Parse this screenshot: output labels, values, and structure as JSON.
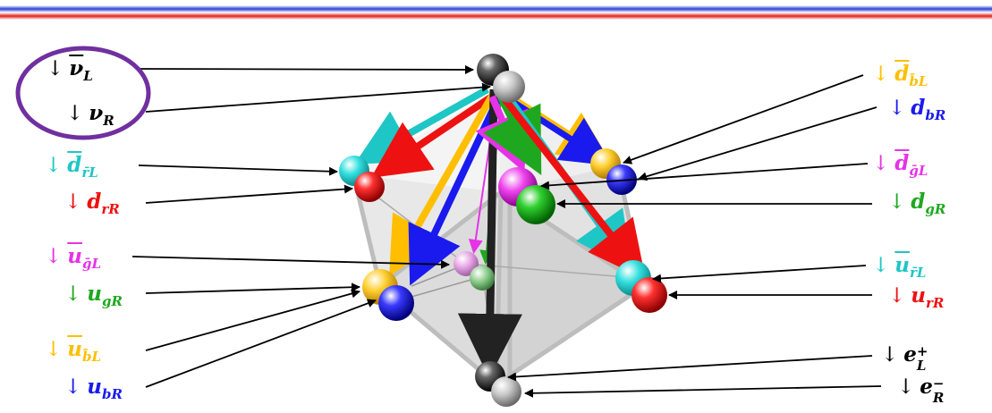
{
  "colors": {
    "rule_blue": "#2b3fd6",
    "rule_red": "#e0201a",
    "cyan": "#1fc6c6",
    "red": "#ee1111",
    "gold": "#ffbf00",
    "blue": "#1a1aee",
    "magenta": "#e633e6",
    "green": "#1fa81f",
    "black": "#000000",
    "purple": "#7030a0"
  },
  "arrow_symbol": "↓",
  "labels": {
    "nuL": {
      "base": "ν",
      "sub": "L"
    },
    "nuR": {
      "base": "ν",
      "sub": "R"
    },
    "dbarRL": {
      "base": "d",
      "sub": "r̄L"
    },
    "drR": {
      "base": "d",
      "sub": "rR"
    },
    "ubarGL": {
      "base": "u",
      "sub": "ḡL"
    },
    "ugR": {
      "base": "u",
      "sub": "gR"
    },
    "ubarBL": {
      "base": "u",
      "sub": "b̄L"
    },
    "ubR": {
      "base": "u",
      "sub": "bR"
    },
    "dbarBL": {
      "base": "d",
      "sub": "b̄L"
    },
    "dbR": {
      "base": "d",
      "sub": "bR"
    },
    "dbarGL": {
      "base": "d",
      "sub": "ḡL"
    },
    "dgR": {
      "base": "d",
      "sub": "gR"
    },
    "ubarRL": {
      "base": "u",
      "sub": "r̄L"
    },
    "urR": {
      "base": "u",
      "sub": "rR"
    },
    "eL": {
      "base": "e",
      "sub": "L",
      "sup": "+"
    },
    "eR": {
      "base": "e",
      "sub": "R",
      "sup": "−"
    }
  }
}
